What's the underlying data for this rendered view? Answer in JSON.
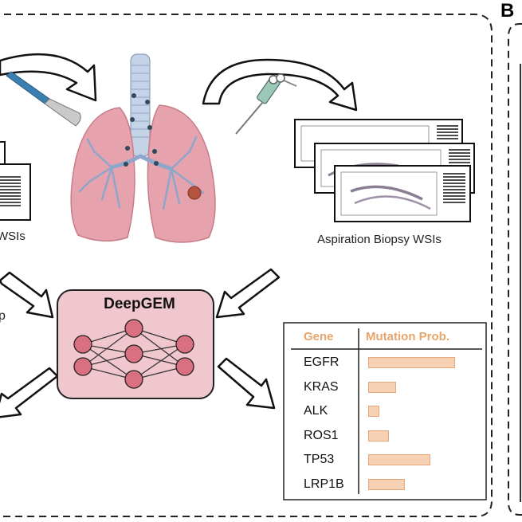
{
  "panel_label": "B",
  "left_slide_caption": "WSIs",
  "left_side_text": "p",
  "right_slide_caption": "Aspiration Biopsy WSIs",
  "model_name": "DeepGEM",
  "table": {
    "col_gene": "Gene",
    "col_prob": "Mutation Prob.",
    "rows": [
      {
        "gene": "EGFR",
        "value": 0.95
      },
      {
        "gene": "KRAS",
        "value": 0.3
      },
      {
        "gene": "ALK",
        "value": 0.12
      },
      {
        "gene": "ROS1",
        "value": 0.23
      },
      {
        "gene": "TP53",
        "value": 0.68
      },
      {
        "gene": "LRP1B",
        "value": 0.4
      }
    ]
  },
  "colors": {
    "header_text": "#e8a46a",
    "bar_fill": "#f7d1b4",
    "network_box": "#f1c7cf",
    "lung": "#e6a3ad",
    "bronchi": "#8ea6c9"
  },
  "icons": [
    "scalpel-icon",
    "syringe-icon",
    "lung-icon",
    "neural-network-icon",
    "barcode-icon"
  ]
}
